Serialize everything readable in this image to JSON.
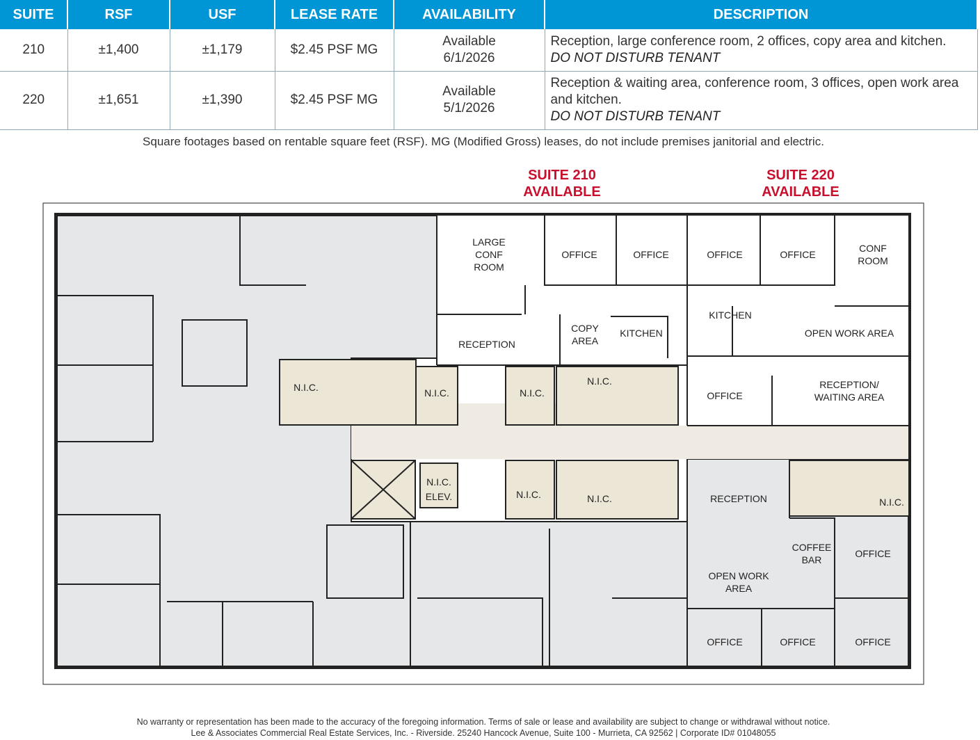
{
  "table": {
    "headers": [
      "SUITE",
      "RSF",
      "USF",
      "LEASE RATE",
      "AVAILABILITY",
      "DESCRIPTION"
    ],
    "rows": [
      {
        "suite": "210",
        "rsf": "±1,400",
        "usf": "±1,179",
        "rate": "$2.45 PSF MG",
        "avail1": "Available",
        "avail2": "6/1/2026",
        "desc": "Reception, large conference room, 2 offices, copy area and kitchen.",
        "note": "DO NOT DISTURB TENANT"
      },
      {
        "suite": "220",
        "rsf": "±1,651",
        "usf": "±1,390",
        "rate": "$2.45 PSF MG",
        "avail1": "Available",
        "avail2": "5/1/2026",
        "desc": "Reception & waiting area, conference room, 3 offices, open work area and kitchen.",
        "note": "DO NOT DISTURB TENANT"
      }
    ]
  },
  "footnote": "Square footages based on rentable square feet (RSF). MG (Modified Gross) leases, do not include premises janitorial and electric.",
  "suite_labels": [
    {
      "line1": "SUITE 210",
      "line2": "AVAILABLE"
    },
    {
      "line1": "SUITE 220",
      "line2": "AVAILABLE"
    }
  ],
  "colors": {
    "header": "#0096d6",
    "suite_label": "#c8102e",
    "unavailable": "#e6e7e8",
    "corridor": "#efebe2"
  },
  "rooms": {
    "large_conf_1": "LARGE",
    "large_conf_2": "CONF",
    "large_conf_3": "ROOM",
    "office": "OFFICE",
    "conf_room_1": "CONF",
    "conf_room_2": "ROOM",
    "copy_1": "COPY",
    "copy_2": "AREA",
    "kitchen": "KITCHEN",
    "reception": "RECEPTION",
    "open_work_area": "OPEN WORK AREA",
    "reception_waiting_1": "RECEPTION/",
    "reception_waiting_2": "WAITING AREA",
    "nic": "N.I.C.",
    "elev": "ELEV.",
    "coffee_1": "COFFEE",
    "coffee_2": "BAR",
    "open_work_1": "OPEN WORK",
    "open_work_2": "AREA"
  },
  "footer": {
    "line1": "No warranty or representation has been made to the accuracy of the foregoing information. Terms of sale or lease and availability are subject to change or withdrawal without notice.",
    "line2": "Lee & Associates Commercial Real Estate Services, Inc. - Riverside.  25240 Hancock Avenue, Suite 100 - Murrieta, CA 92562 | Corporate ID# 01048055"
  }
}
